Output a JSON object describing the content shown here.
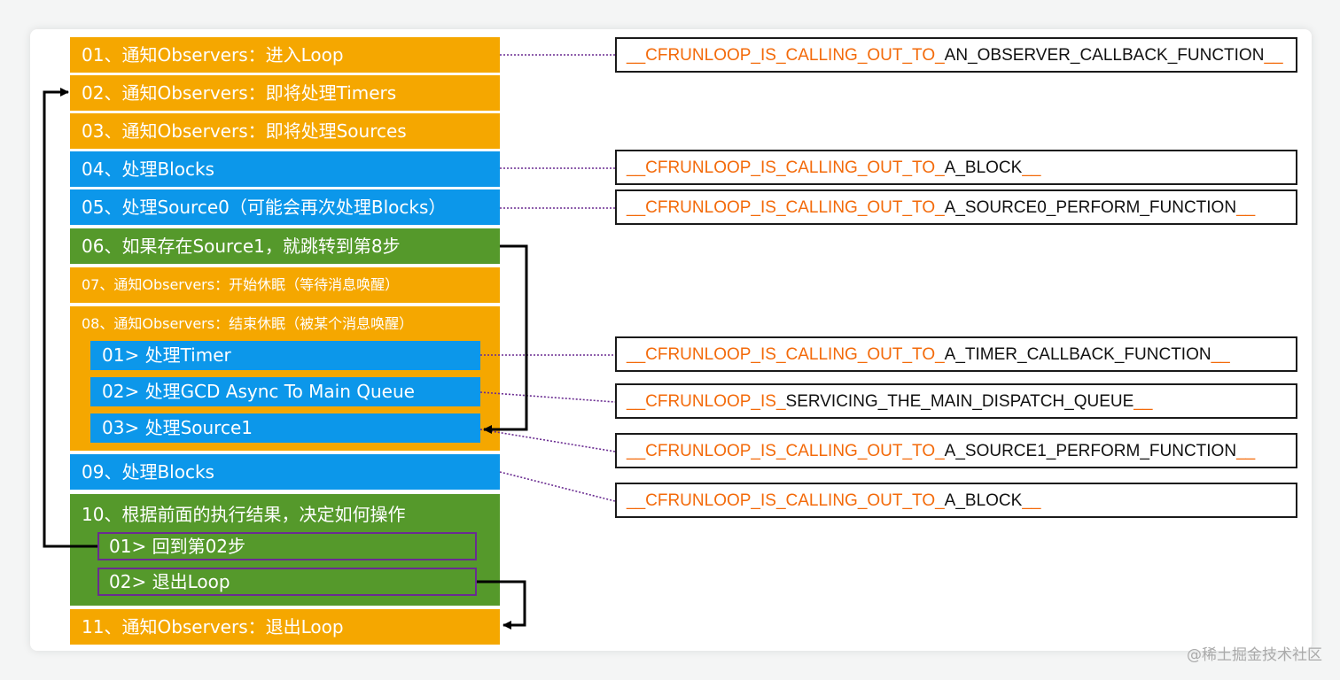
{
  "steps": [
    {
      "label": "01、通知Observers：进入Loop",
      "color": "orange"
    },
    {
      "label": "02、通知Observers：即将处理Timers",
      "color": "orange"
    },
    {
      "label": "03、通知Observers：即将处理Sources",
      "color": "orange"
    },
    {
      "label": "04、处理Blocks",
      "color": "blue"
    },
    {
      "label": "05、处理Source0（可能会再次处理Blocks）",
      "color": "blue"
    },
    {
      "label": "06、如果存在Source1，就跳转到第8步",
      "color": "green"
    },
    {
      "label": "07、通知Observers：开始休眠（等待消息唤醒）",
      "color": "orange"
    },
    {
      "label": "08、通知Observers：结束休眠（被某个消息唤醒）",
      "color": "orange"
    },
    {
      "label": "09、处理Blocks",
      "color": "blue"
    },
    {
      "label": "10、根据前面的执行结果，决定如何操作",
      "color": "green"
    },
    {
      "label": "11、通知Observers：退出Loop",
      "color": "orange"
    }
  ],
  "step08_substeps": [
    {
      "label": "01> 处理Timer"
    },
    {
      "label": "02> 处理GCD Async To Main Queue"
    },
    {
      "label": "03> 处理Source1"
    }
  ],
  "step10_options": [
    {
      "label": "01> 回到第02步"
    },
    {
      "label": "02> 退出Loop"
    }
  ],
  "functions": [
    {
      "prefix": "__CFRUNLOOP_IS_CALLING_OUT_TO_",
      "name": "AN_OBSERVER_CALLBACK_FUNCTION",
      "suffix": "__"
    },
    {
      "prefix": "__CFRUNLOOP_IS_CALLING_OUT_TO_",
      "name": "A_BLOCK",
      "suffix": "__"
    },
    {
      "prefix": "__CFRUNLOOP_IS_CALLING_OUT_TO_",
      "name": "A_SOURCE0_PERFORM_FUNCTION",
      "suffix": "__"
    },
    {
      "prefix": "__CFRUNLOOP_IS_CALLING_OUT_TO_",
      "name": "A_TIMER_CALLBACK_FUNCTION",
      "suffix": "__"
    },
    {
      "prefix": "__CFRUNLOOP_IS_",
      "name": "SERVICING_THE_MAIN_DISPATCH_QUEUE",
      "suffix": "__"
    },
    {
      "prefix": "__CFRUNLOOP_IS_CALLING_OUT_TO_",
      "name": "A_SOURCE1_PERFORM_FUNCTION",
      "suffix": "__"
    },
    {
      "prefix": "__CFRUNLOOP_IS_CALLING_OUT_TO_",
      "name": "A_BLOCK",
      "suffix": "__"
    }
  ],
  "watermark": "@稀土掘金技术社区",
  "colors": {
    "orange": "#f5a700",
    "blue": "#0c97ea",
    "green": "#55992b",
    "prefix_text": "#f36a0a",
    "connector": "#6a2c91",
    "arrow": "#000000"
  }
}
